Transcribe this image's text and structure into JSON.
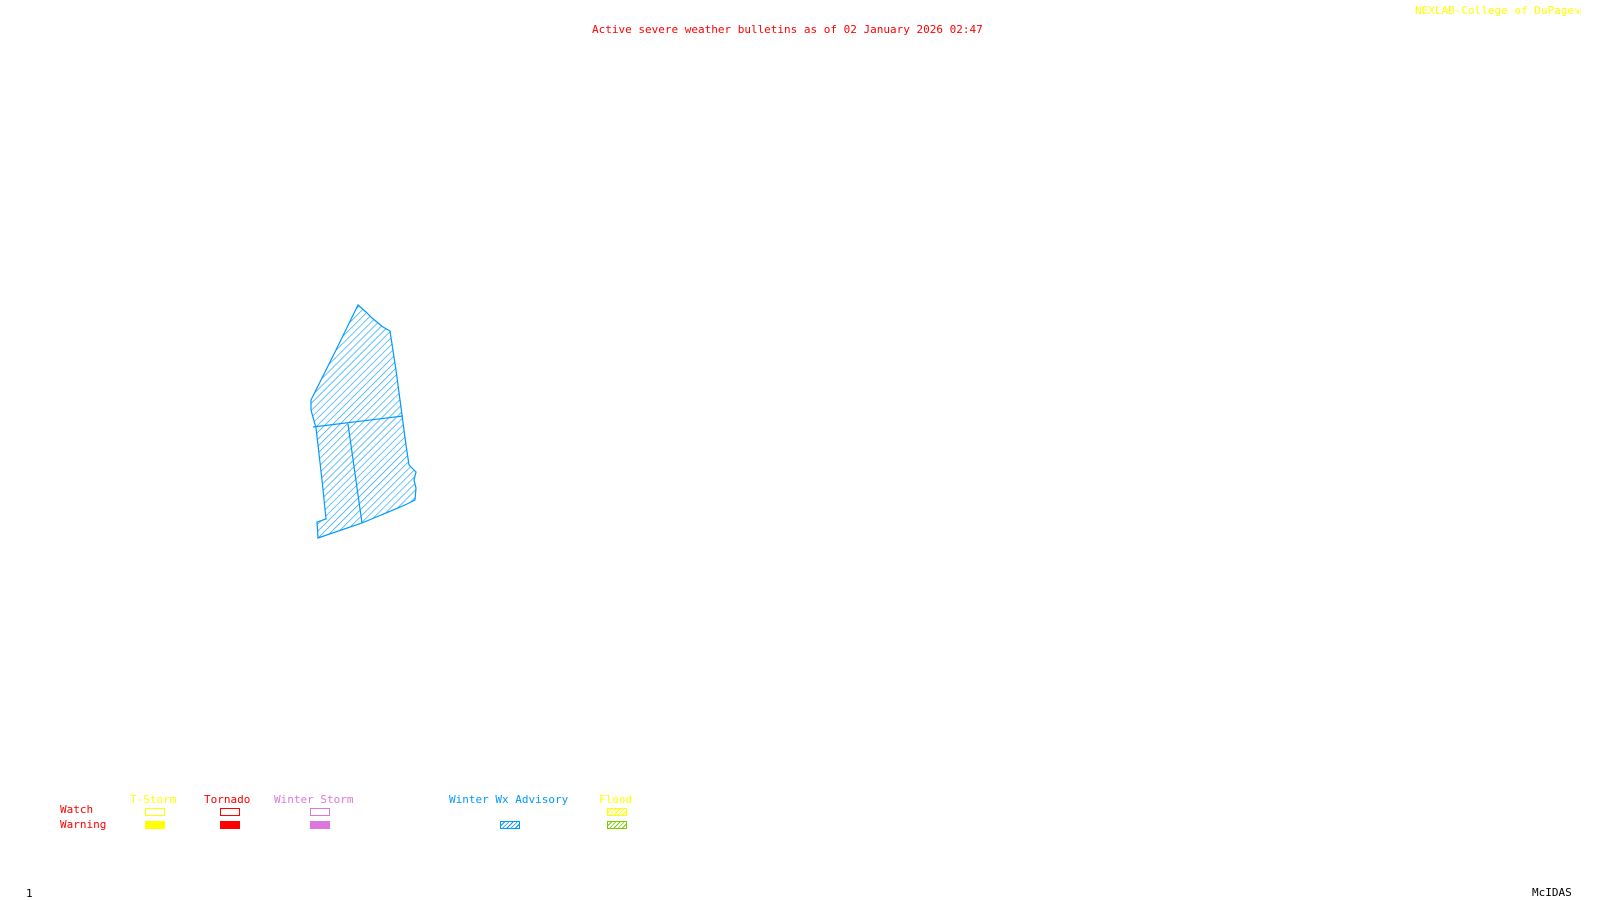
{
  "header": {
    "title": "Active severe weather bulletins as of 02 January 2026 02:47",
    "credit": "NEXLAB-College of DuPage",
    "credit_icon": "external-link-icon"
  },
  "colors": {
    "title": "#ff0000",
    "credit": "#ffff00",
    "tstorm": "#ffff00",
    "tornado": "#ff0000",
    "winter_storm": "#dd77dd",
    "winter_wx_advisory": "#0099ff",
    "flood_watch": "#ffff00",
    "flood_warning": "#77cc00"
  },
  "legend": {
    "row_watch": "Watch",
    "row_warning": "Warning",
    "categories": [
      {
        "label": "T-Storm",
        "watch": "outline",
        "warning": "filled"
      },
      {
        "label": "Tornado",
        "watch": "outline",
        "warning": "filled"
      },
      {
        "label": "Winter Storm",
        "watch": "outline",
        "warning": "filled"
      },
      {
        "label": "Winter Wx Advisory",
        "warning": "hatched"
      },
      {
        "label": "Flood",
        "watch": "hatched",
        "warning": "hatched"
      }
    ]
  },
  "map": {
    "active_bulletins": [
      {
        "type": "Winter Wx Advisory",
        "zones": 3
      }
    ]
  },
  "footer": {
    "frame": "1",
    "software": "McIDAS"
  }
}
